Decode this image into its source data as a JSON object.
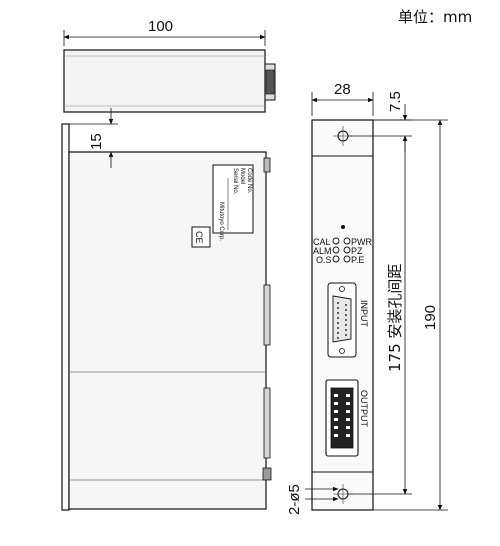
{
  "unit_note": "单位：mm",
  "dimensions": {
    "width_side": "100",
    "offset_top": "15",
    "front_width": "28",
    "hole_offset": "7.5",
    "mount_pitch": "175 安装孔间距",
    "height": "190",
    "hole_dia": "2-ø5"
  },
  "nameplate": {
    "lines": [
      "Code No.",
      "Model",
      "Serial No.",
      "Mitutoyo Corp."
    ]
  },
  "ce_mark": "CE",
  "front_panel": {
    "left_labels": [
      "CAL",
      "ALM",
      "O.S"
    ],
    "right_labels": [
      "PWR",
      "PZ",
      "P.E"
    ],
    "input_label": "INPUT",
    "output_label": "OUTPUT"
  }
}
